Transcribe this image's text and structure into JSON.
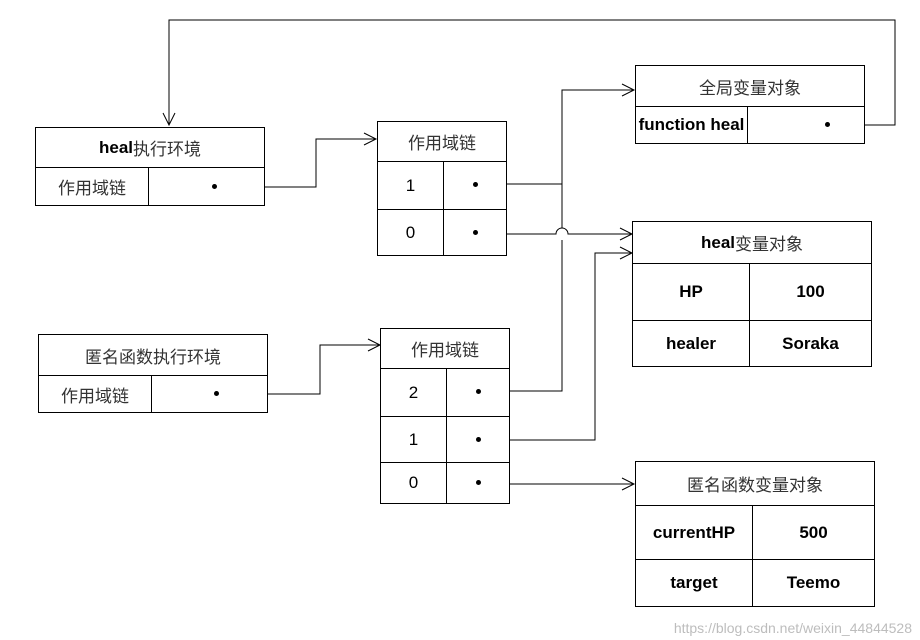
{
  "heal_context": {
    "title_name": "heal",
    "title_suffix": " 执行环境",
    "scope_label": "作用域链"
  },
  "heal_scope_chain": {
    "title": "作用域链",
    "entries": [
      "1",
      "0"
    ]
  },
  "global_var_object": {
    "title": "全局变量对象",
    "entry_label": "function heal"
  },
  "heal_var_object": {
    "title_name": "heal",
    "title_suffix": "变量对象",
    "rows": [
      {
        "key": "HP",
        "value": "100"
      },
      {
        "key": "healer",
        "value": "Soraka"
      }
    ]
  },
  "anon_context": {
    "title": "匿名函数执行环境",
    "scope_label": "作用域链"
  },
  "anon_scope_chain": {
    "title": "作用域链",
    "entries": [
      "2",
      "1",
      "0"
    ]
  },
  "anon_var_object": {
    "title": "匿名函数变量对象",
    "rows": [
      {
        "key": "currentHP",
        "value": "500"
      },
      {
        "key": "target",
        "value": "Teemo"
      }
    ]
  },
  "watermark": "https://blog.csdn.net/weixin_44844528"
}
